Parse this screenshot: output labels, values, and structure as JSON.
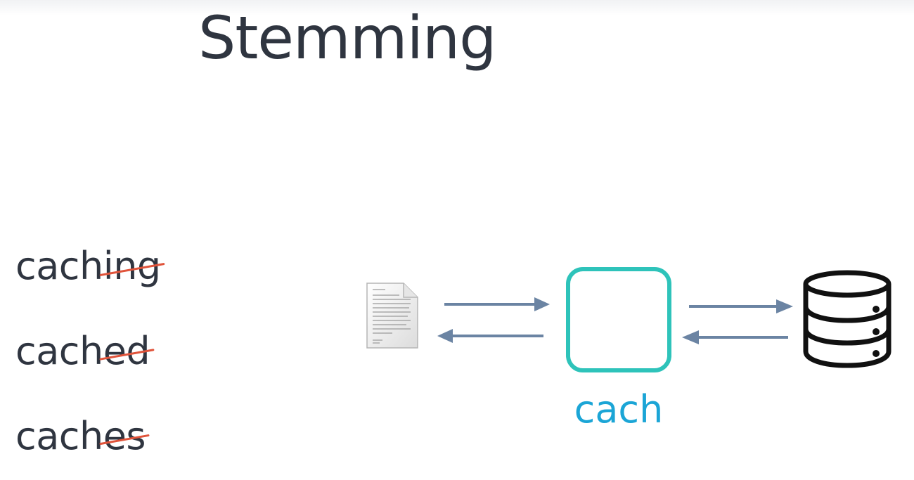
{
  "slide": {
    "title": "Stemming"
  },
  "words": [
    {
      "stem": "cach",
      "suffix": "ing"
    },
    {
      "stem": "cach",
      "suffix": "ed"
    },
    {
      "stem": "cach",
      "suffix": "es"
    }
  ],
  "diagram": {
    "cache_label": "cach",
    "icons": [
      "document-icon",
      "database-icon"
    ],
    "colors": {
      "strike": "#e0533a",
      "arrow": "#6b84a3",
      "cache_border": "#2ec3ba",
      "cache_label": "#1ba5d6",
      "text": "#2f3540"
    }
  }
}
